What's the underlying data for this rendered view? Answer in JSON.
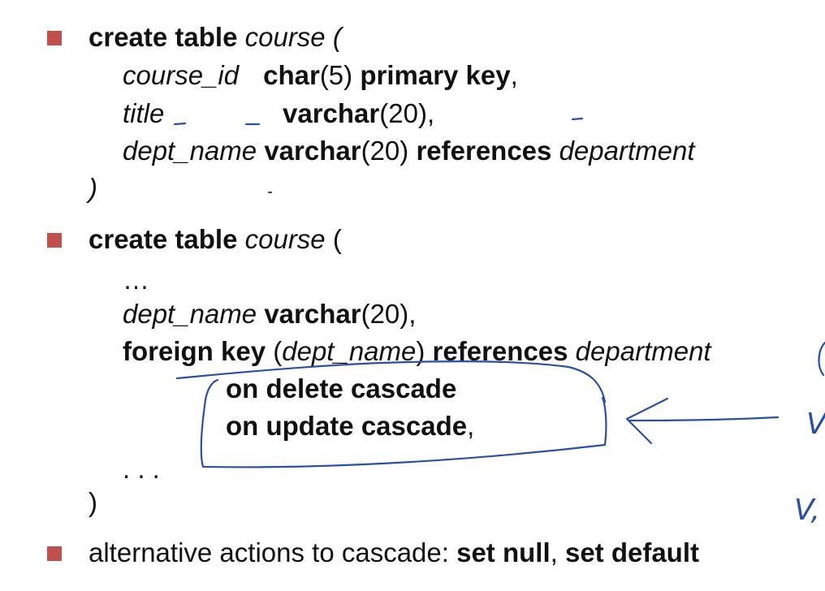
{
  "block1": {
    "kw_create_table": "create table",
    "table_name": "course (",
    "col1_name": "course_id",
    "col1_type": "char",
    "col1_size": "(5)",
    "col1_constraint": "primary key",
    "col1_comma": ",",
    "col2_name": "title",
    "col2_type": "varchar",
    "col2_size": "(20),",
    "col3_name": "dept_name",
    "col3_type": "varchar",
    "col3_size": "(20)",
    "col3_kw_references": "references",
    "col3_ref_table": "department",
    "close_paren": ")"
  },
  "block2": {
    "kw_create_table": "create table",
    "table_name": "course",
    "open_paren": " (",
    "ellipsis_top": "…",
    "col_name": "dept_name",
    "col_type": "varchar",
    "col_size": "(20),",
    "kw_foreign_key": "foreign key",
    "fk_open": " (",
    "fk_column": "dept_name",
    "fk_close": ") ",
    "kw_references": "references",
    "ref_table": "department",
    "on_delete": "on delete cascade",
    "on_update": "on update cascade",
    "on_update_comma": ",",
    "ellipsis_bottom": ". . .",
    "close_paren": ")"
  },
  "block3": {
    "text": "alternative actions to cascade:  ",
    "set_null": "set null",
    "comma": ", ",
    "set_default": "set default"
  },
  "annotations": {
    "ink_color": "#2b4fa3",
    "bullet_color": "#c0504d",
    "handwriting_1": "V",
    "handwriting_2": "V,"
  }
}
